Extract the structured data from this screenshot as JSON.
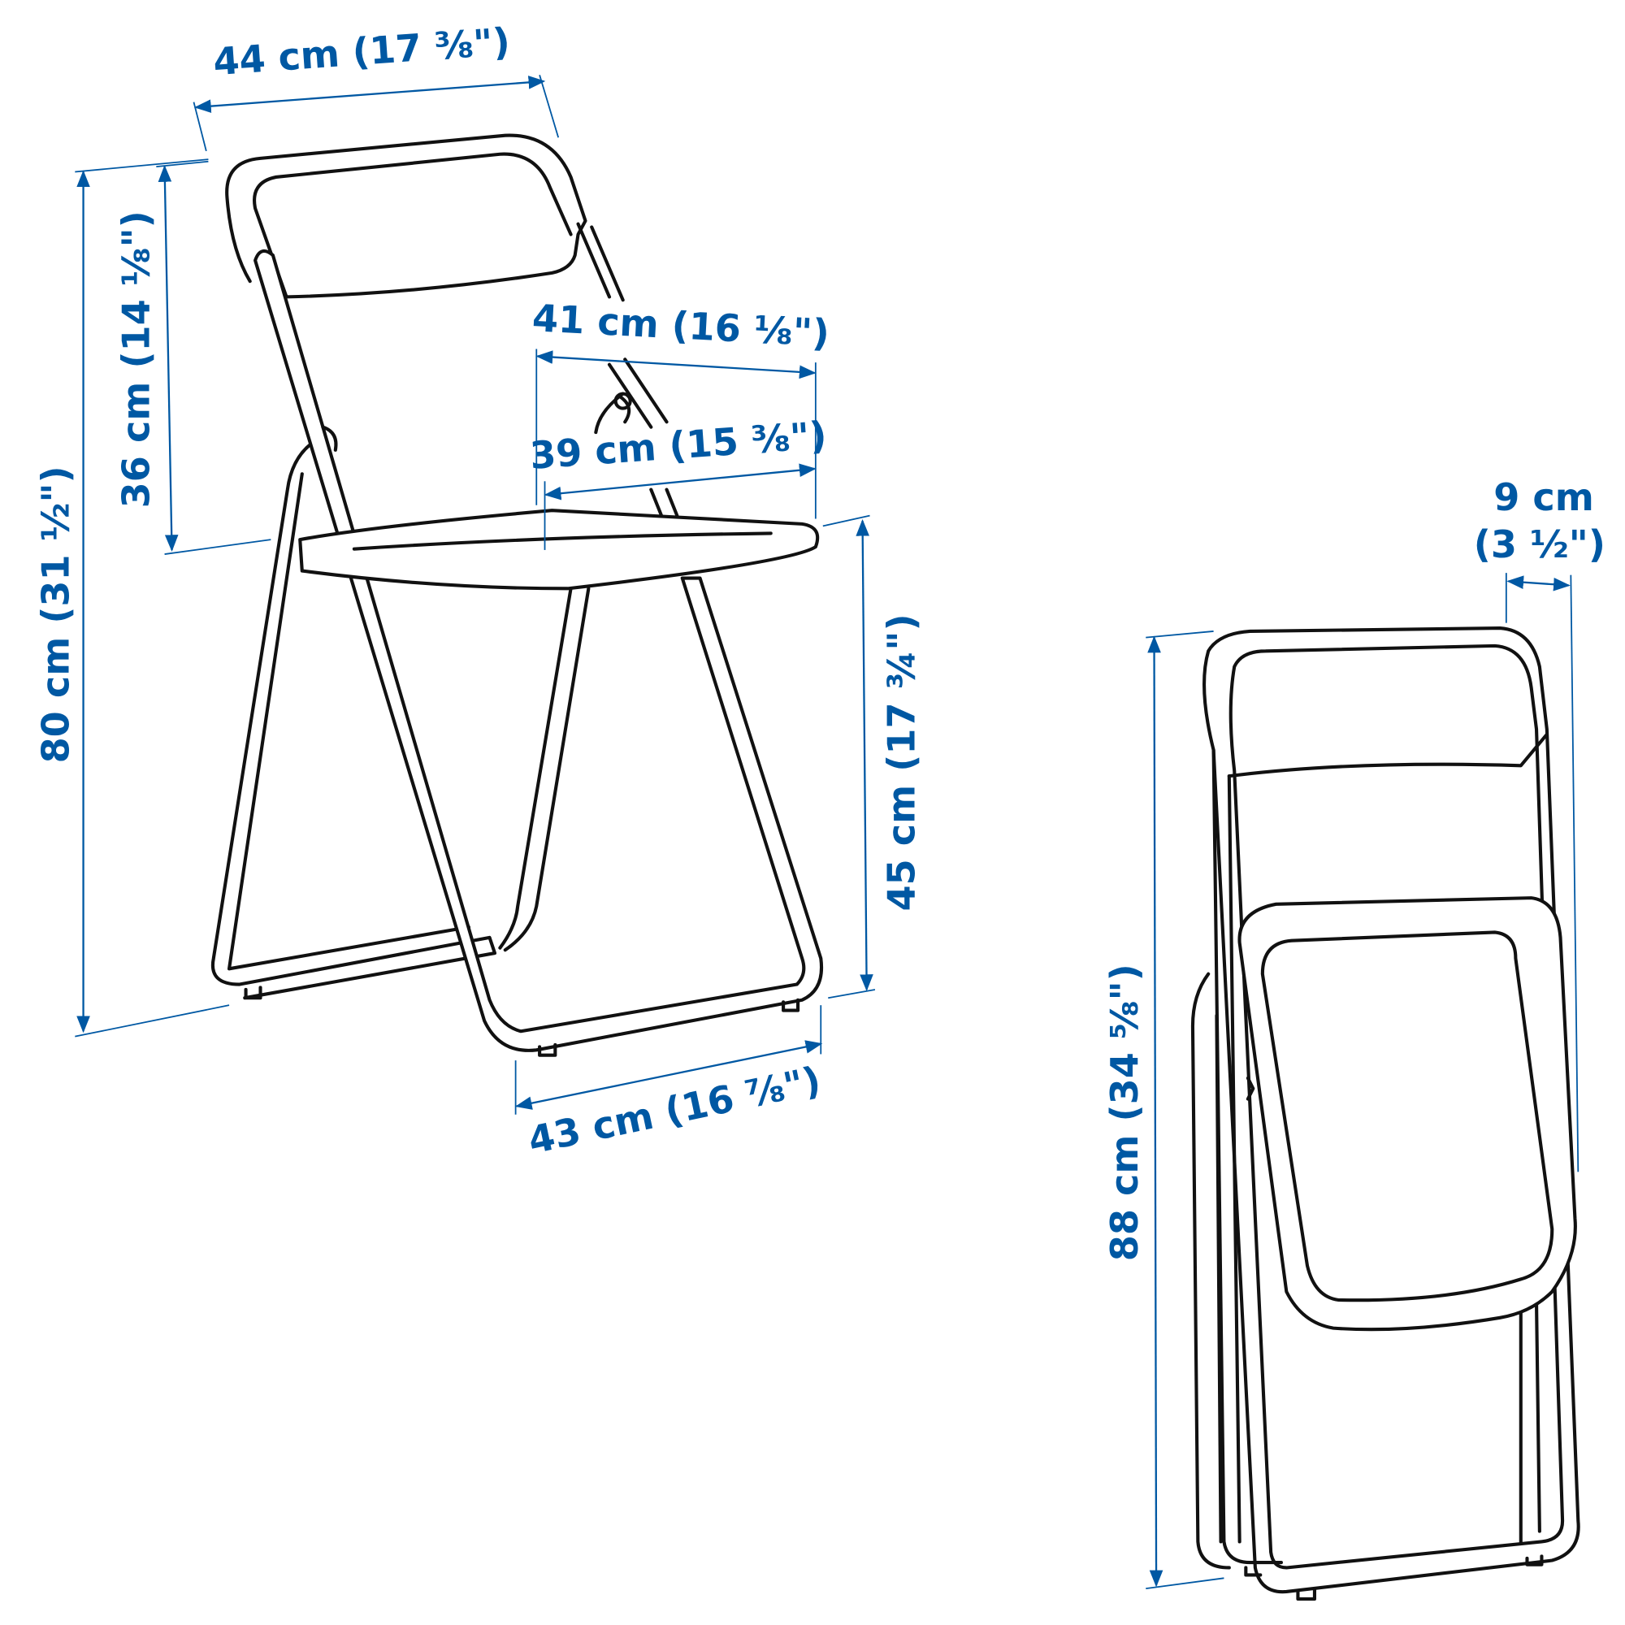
{
  "colors": {
    "dimension": "#0058a3",
    "outline": "#111111",
    "background": "#ffffff"
  },
  "unfolded_chair": {
    "width": "44 cm (17 ⅜\")",
    "height": "80 cm (31 ½\")",
    "backrest_height": "36 cm (14 ⅛\")",
    "seat_width": "41 cm (16 ⅛\")",
    "seat_depth": "39 cm (15 ⅜\")",
    "seat_height": "45 cm (17 ¾\")",
    "depth": "43 cm (16 ⅞\")"
  },
  "folded_chair": {
    "thickness_line1": "9 cm",
    "thickness_line2": "(3 ½\")",
    "height": "88 cm (34 ⅝\")"
  }
}
